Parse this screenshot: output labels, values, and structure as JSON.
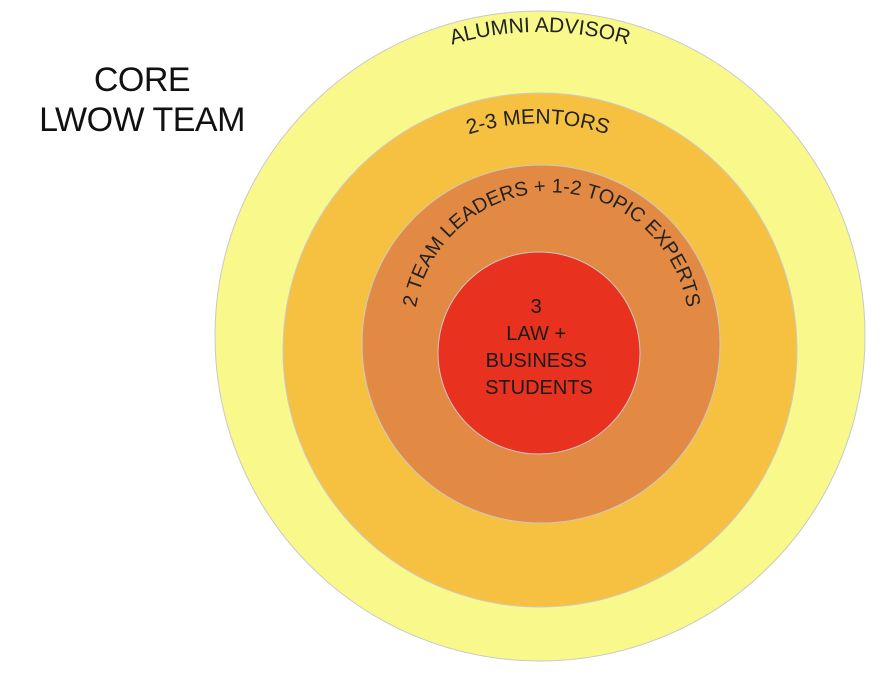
{
  "title": {
    "line1": "CORE",
    "line2": "LWOW TEAM"
  },
  "rings": {
    "outer": {
      "label": "ALUMNI ADVISOR",
      "color": "#f9f88a"
    },
    "second": {
      "label": "2-3 MENTORS",
      "color": "#f6c141"
    },
    "third": {
      "label": "2 TEAM LEADERS + 1-2 TOPIC EXPERTS",
      "color": "#e28a44"
    },
    "core": {
      "lines": [
        "3",
        "LAW +",
        "BUSINESS",
        "STUDENTS"
      ],
      "color": "#e8321f"
    }
  }
}
